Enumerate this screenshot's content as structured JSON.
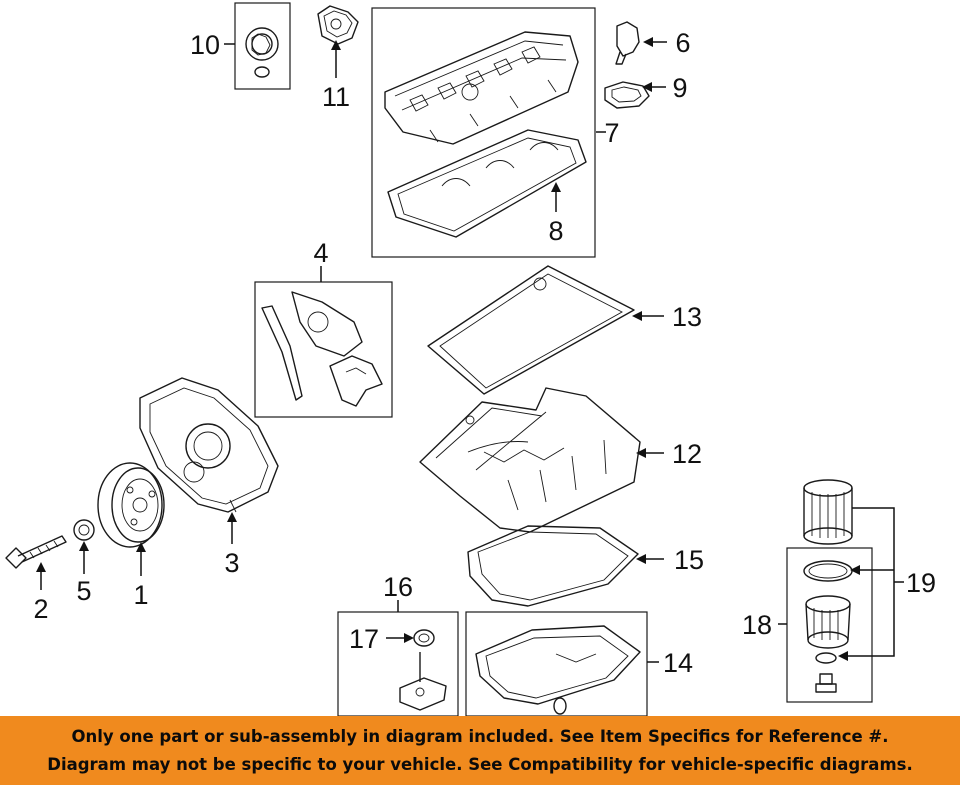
{
  "callouts": [
    {
      "id": "1",
      "text": "1"
    },
    {
      "id": "2",
      "text": "2"
    },
    {
      "id": "3",
      "text": "3"
    },
    {
      "id": "4",
      "text": "4"
    },
    {
      "id": "5",
      "text": "5"
    },
    {
      "id": "6",
      "text": "6"
    },
    {
      "id": "7",
      "text": "7"
    },
    {
      "id": "8",
      "text": "8"
    },
    {
      "id": "9",
      "text": "9"
    },
    {
      "id": "10",
      "text": "10"
    },
    {
      "id": "11",
      "text": "11"
    },
    {
      "id": "12",
      "text": "12"
    },
    {
      "id": "13",
      "text": "13"
    },
    {
      "id": "14",
      "text": "14"
    },
    {
      "id": "15",
      "text": "15"
    },
    {
      "id": "16",
      "text": "16"
    },
    {
      "id": "17",
      "text": "17"
    },
    {
      "id": "18",
      "text": "18"
    },
    {
      "id": "19",
      "text": "19"
    }
  ],
  "footer": {
    "line1": "Only one part or sub-assembly in diagram included. See Item Specifics for Reference #.",
    "line2": "Diagram may not be specific to your vehicle. See Compatibility for vehicle-specific diagrams.",
    "background_color": "#f08a1e"
  }
}
